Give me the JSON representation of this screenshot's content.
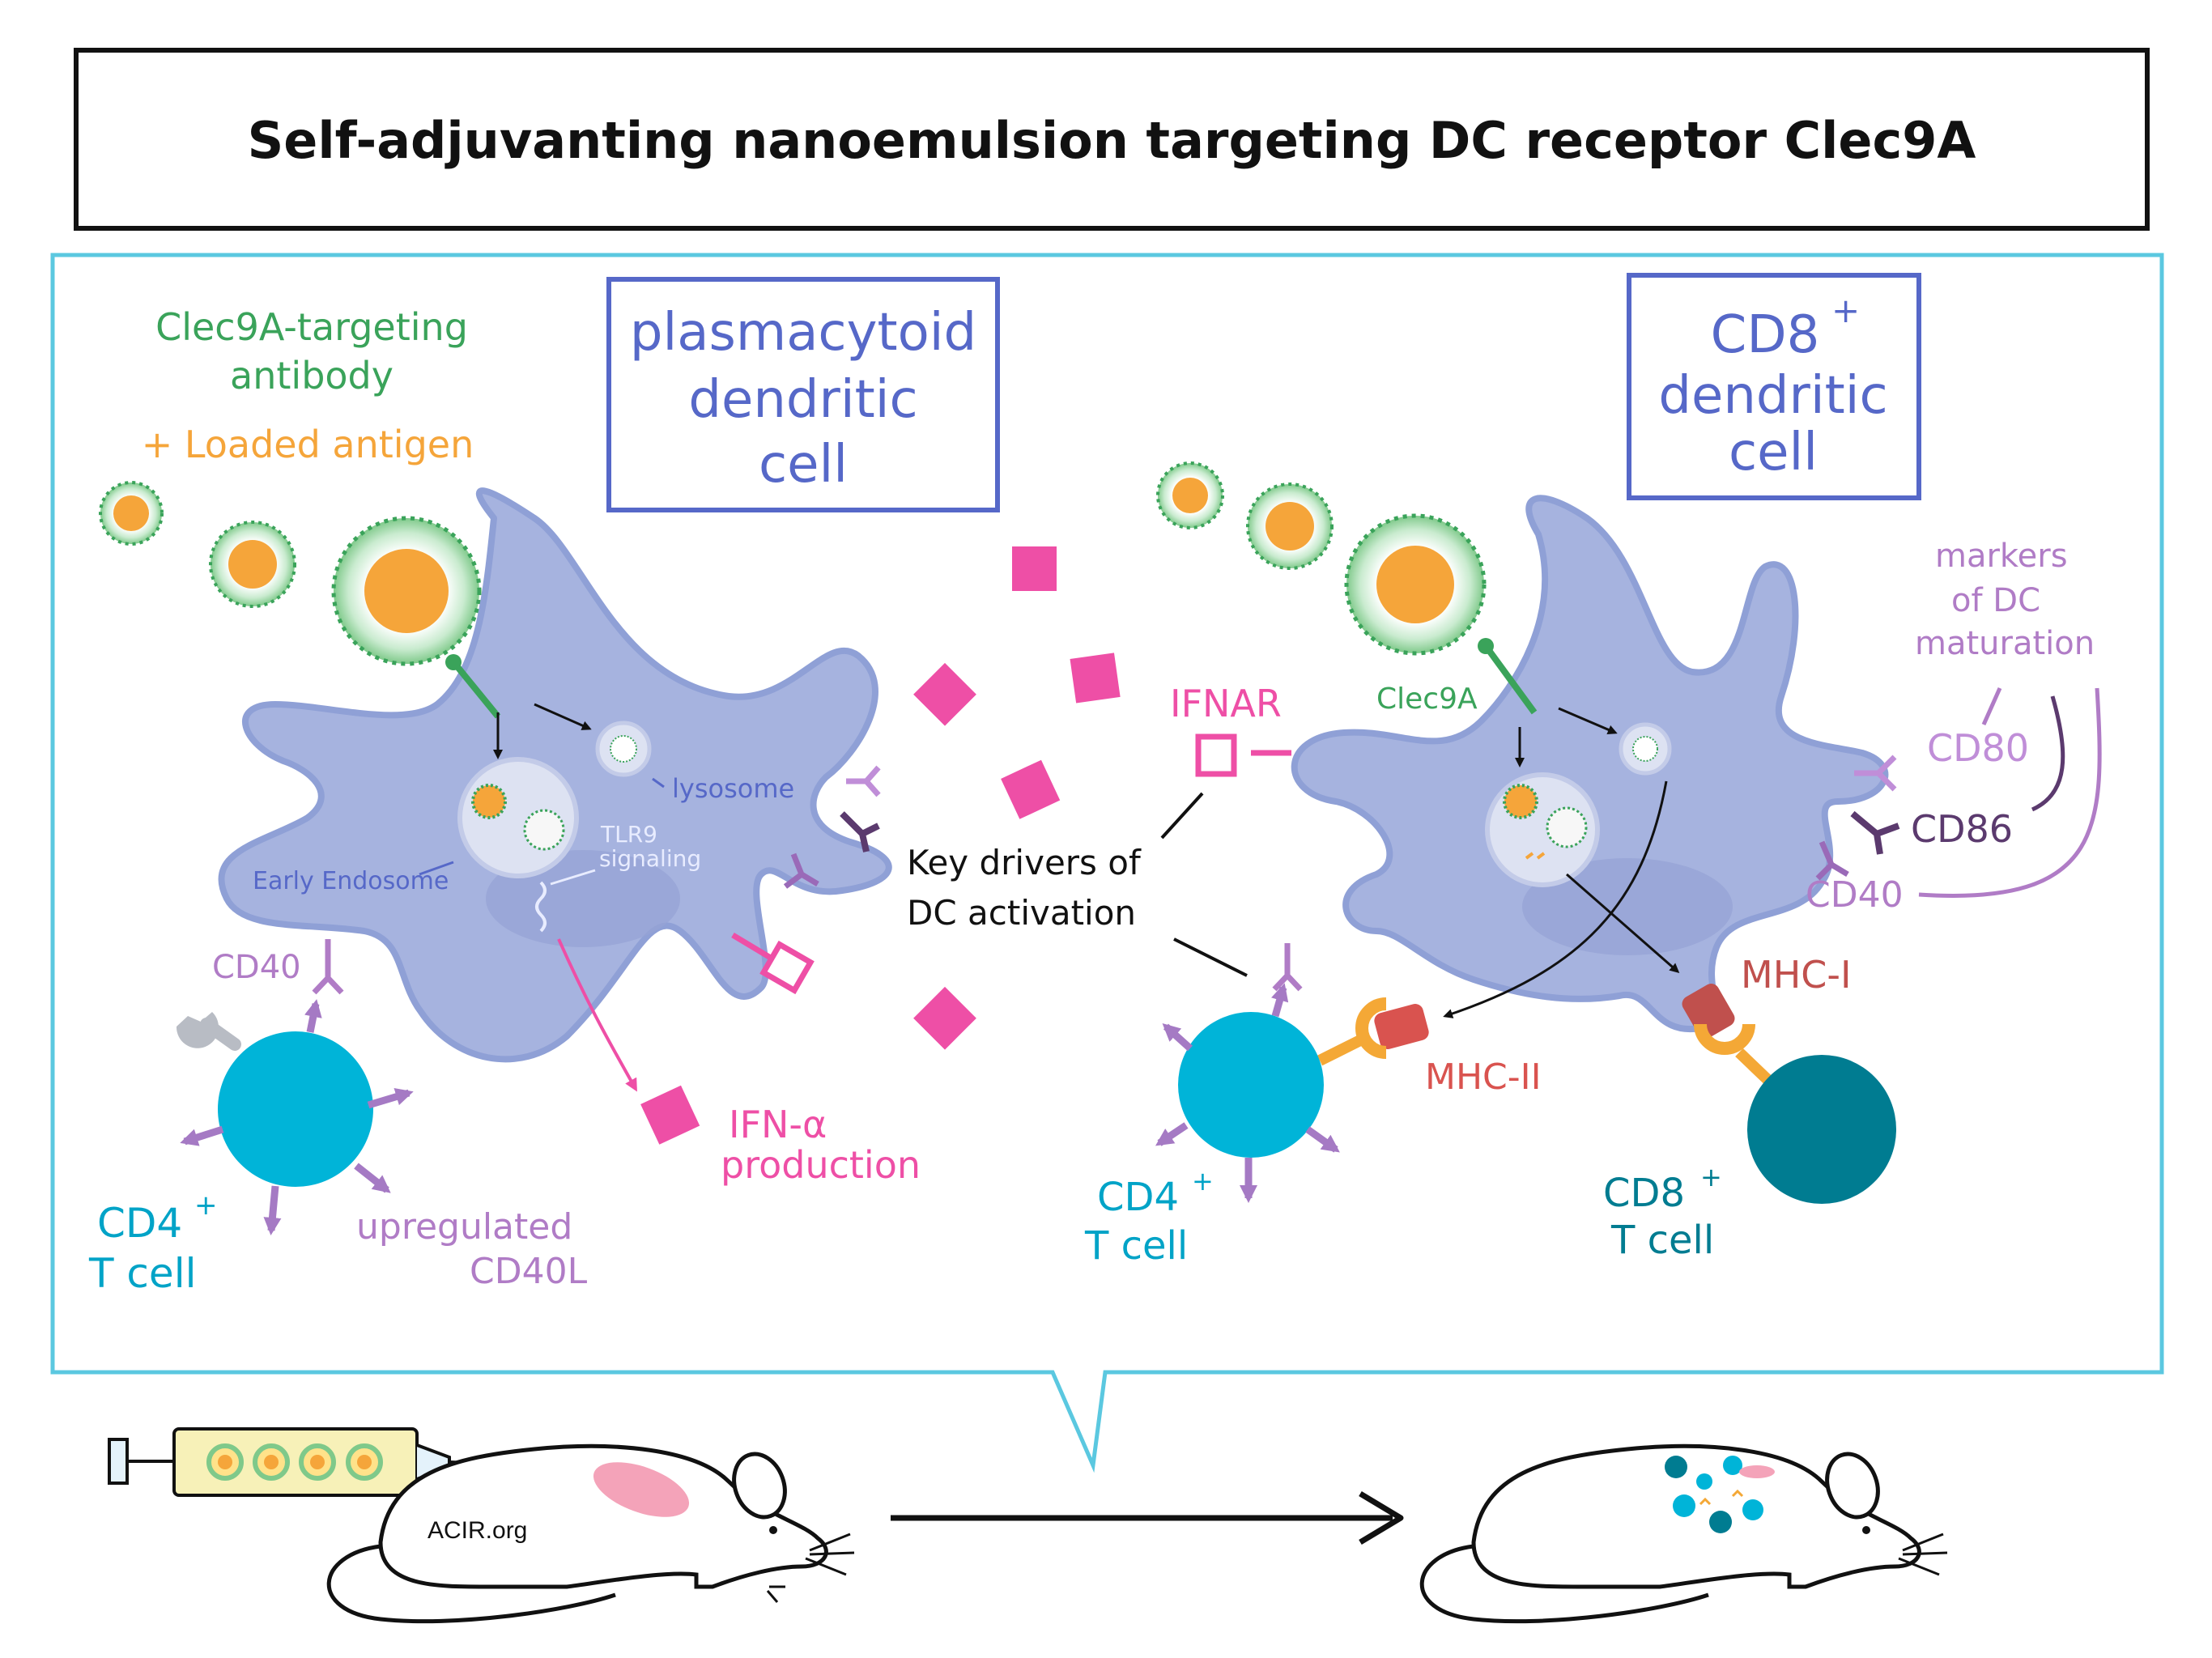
{
  "title": "Self-adjuvanting nanoemulsion targeting DC receptor Clec9A",
  "legend": {
    "line1": "Clec9A-targeting",
    "line2": "antibody",
    "line3": "+ Loaded antigen"
  },
  "pdc_box": {
    "line1": "plasmacytoid",
    "line2": "dendritic",
    "line3": "cell"
  },
  "cd8dc_box": {
    "line1": "CD8",
    "sup": "+",
    "line2": "dendritic",
    "line3": "cell"
  },
  "labels": {
    "lysosome": "lysosome",
    "early_endosome": "Early Endosome",
    "tlr9_1": "TLR9",
    "tlr9_2": "signaling",
    "cd40_left": "CD40",
    "cd4_left_1": "CD4",
    "cd4_left_sup": "+",
    "cd4_left_2": "T cell",
    "cd40l_1": "upregulated",
    "cd40l_2": "CD40L",
    "ifn_1": "IFN-α",
    "ifn_2": "production",
    "ifnar": "IFNAR",
    "key_1": "Key drivers of",
    "key_2": "DC activation",
    "clec9a": "Clec9A",
    "markers_1": "markers",
    "markers_2": "of DC",
    "markers_3": "maturation",
    "cd80": "CD80",
    "cd86": "CD86",
    "cd40_right": "CD40",
    "mhc1": "MHC-I",
    "mhc2": "MHC-II",
    "cd4_right_1": "CD4",
    "cd4_right_sup": "+",
    "cd4_right_2": "T cell",
    "cd8_t_1": "CD8",
    "cd8_t_sup": "+",
    "cd8_t_2": "T cell",
    "acir": "ACIR.org"
  },
  "colors": {
    "dc_body": "#a6b3df",
    "dc_outline": "#8fa0d6",
    "box_border": "#5668c8",
    "panel_border": "#5bc8e0",
    "green": "#3aa35a",
    "orange": "#f5a53a",
    "pink": "#ee4fa6",
    "purple": "#b07cc6",
    "dark_purple": "#5b3a6e",
    "cyan_cell": "#00b4d8",
    "teal_cell": "#007c91",
    "mhc_red": "#c0504d",
    "mhc_orange": "#f4a836"
  }
}
